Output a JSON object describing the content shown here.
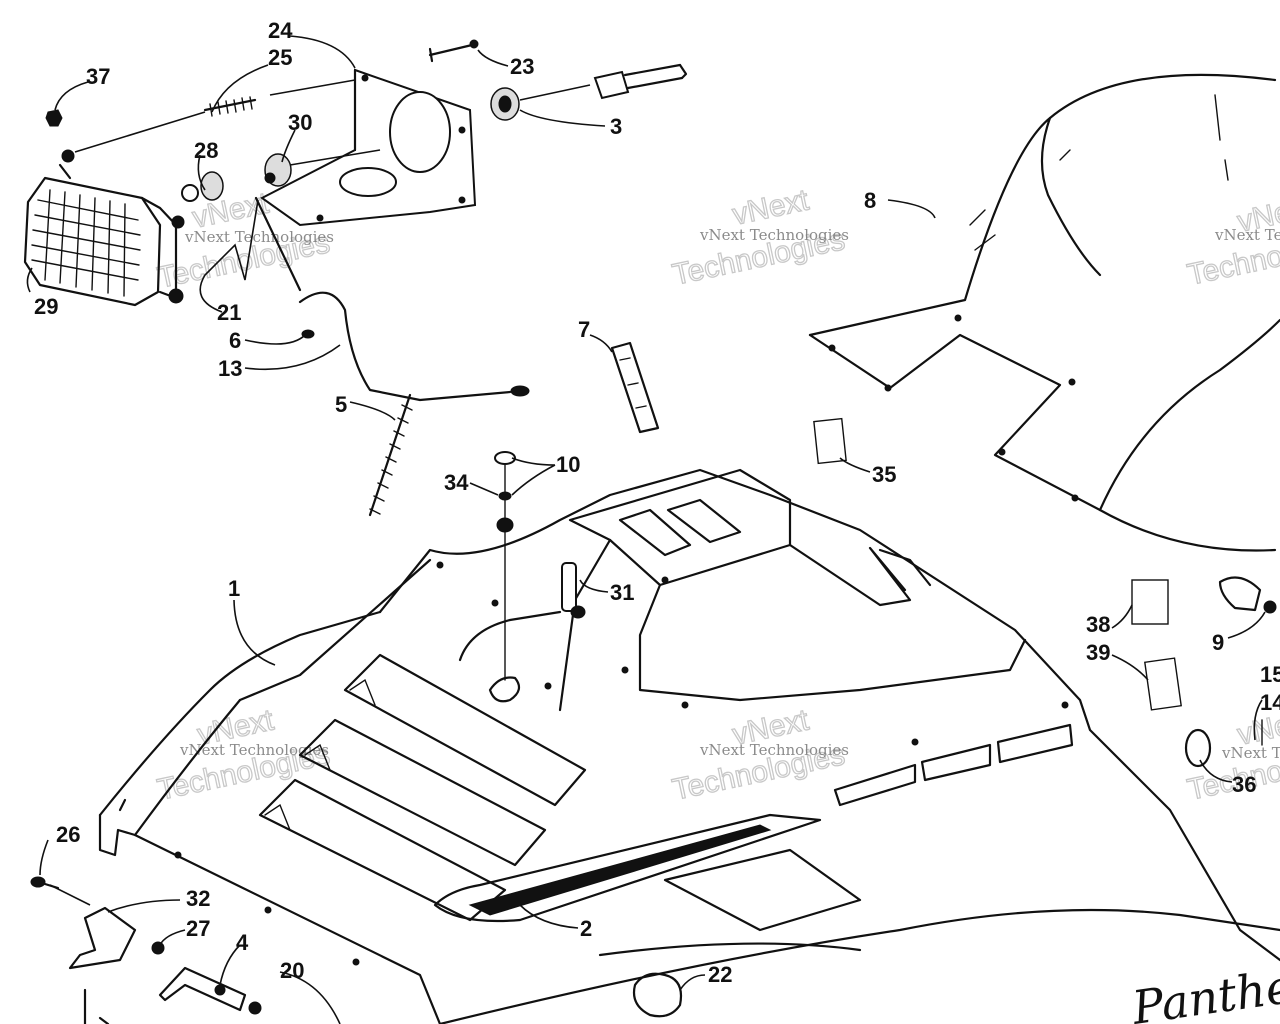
{
  "callouts": [
    {
      "id": "c1",
      "label": "1"
    },
    {
      "id": "c2",
      "label": "2"
    },
    {
      "id": "c3",
      "label": "3"
    },
    {
      "id": "c4",
      "label": "4"
    },
    {
      "id": "c5",
      "label": "5"
    },
    {
      "id": "c6",
      "label": "6"
    },
    {
      "id": "c7",
      "label": "7"
    },
    {
      "id": "c8",
      "label": "8"
    },
    {
      "id": "c9",
      "label": "9"
    },
    {
      "id": "c10",
      "label": "10"
    },
    {
      "id": "c13",
      "label": "13"
    },
    {
      "id": "c14",
      "label": "14"
    },
    {
      "id": "c15",
      "label": "15"
    },
    {
      "id": "c20",
      "label": "20"
    },
    {
      "id": "c21",
      "label": "21"
    },
    {
      "id": "c22",
      "label": "22"
    },
    {
      "id": "c23",
      "label": "23"
    },
    {
      "id": "c24",
      "label": "24"
    },
    {
      "id": "c25",
      "label": "25"
    },
    {
      "id": "c26",
      "label": "26"
    },
    {
      "id": "c27",
      "label": "27"
    },
    {
      "id": "c28",
      "label": "28"
    },
    {
      "id": "c29",
      "label": "29"
    },
    {
      "id": "c30",
      "label": "30"
    },
    {
      "id": "c31",
      "label": "31"
    },
    {
      "id": "c32",
      "label": "32"
    },
    {
      "id": "c34",
      "label": "34"
    },
    {
      "id": "c35",
      "label": "35"
    },
    {
      "id": "c36",
      "label": "36"
    },
    {
      "id": "c37",
      "label": "37"
    },
    {
      "id": "c38",
      "label": "38"
    },
    {
      "id": "c39",
      "label": "39"
    }
  ],
  "watermark": {
    "company": "vNext Technologies",
    "word": "vNext",
    "word2": "Technologies"
  },
  "decal_text": "Panther"
}
